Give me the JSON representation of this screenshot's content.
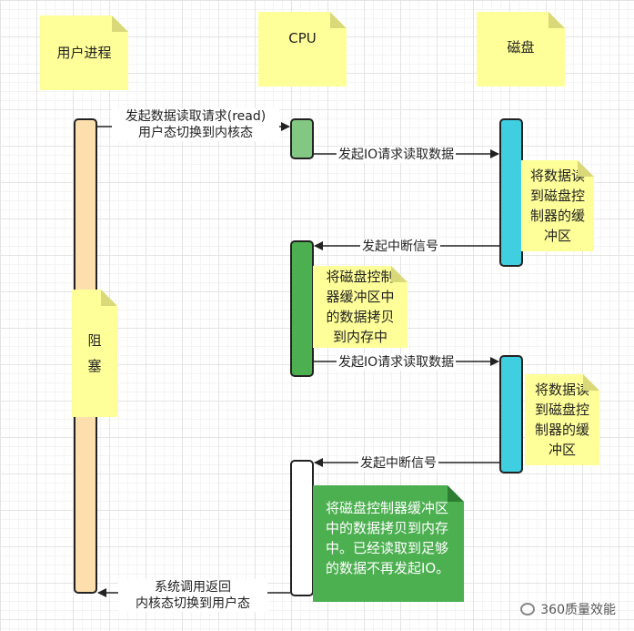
{
  "lanes": {
    "user": "用户进程",
    "cpu": "CPU",
    "disk": "磁盘"
  },
  "messages": {
    "read_request_line1": "发起数据读取请求(read)",
    "read_request_line2": "用户态切换到内核态",
    "io_request_1": "发起IO请求读取数据",
    "interrupt_1": "发起中断信号",
    "io_request_2": "发起IO请求读取数据",
    "interrupt_2": "发起中断信号",
    "return_line1": "系统调用返回",
    "return_line2": "内核态切换到用户态"
  },
  "notes": {
    "block": "阻塞",
    "disk_copy_1": "将数据读到磁盘控制器的缓冲区",
    "cpu_copy_1": "将磁盘控制器缓冲区中的数据拷贝到内存中",
    "disk_copy_2": "将数据读到磁盘控制器的缓冲区",
    "cpu_final": "将磁盘控制器缓冲区中的数据拷贝到内存中。已经读取到足够的数据不再发起IO。"
  },
  "watermark": "360质量效能",
  "colors": {
    "user_bar": "#fddfae",
    "cpu_bar_light": "#82c882",
    "cpu_bar_dark": "#4caf50",
    "cpu_bar_white": "#ffffff",
    "disk_bar": "#3fcfe0",
    "note_yellow": "#ffff99",
    "note_green": "#4caf50"
  }
}
